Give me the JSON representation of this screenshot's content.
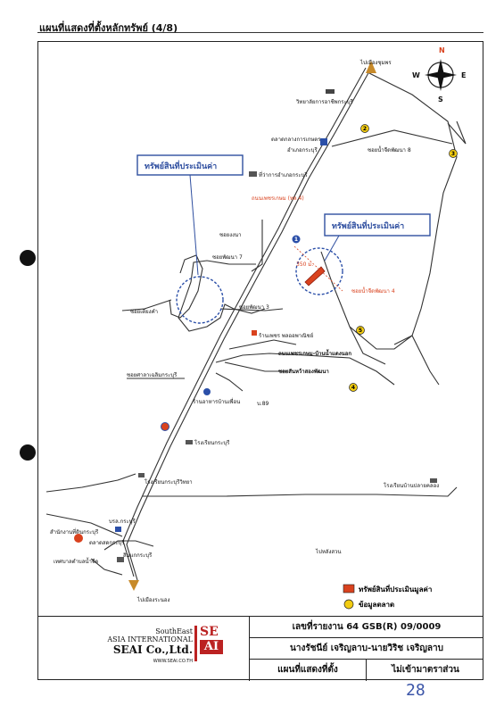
{
  "header": {
    "title": "แผนที่แสดงที่ตั้งหลักทรัพย์ (4/8)"
  },
  "compass": {
    "n": "N",
    "s": "S",
    "e": "E",
    "w": "W"
  },
  "callouts": {
    "left": "ทรัพย์สินที่ประเมินค่า",
    "right": "ทรัพย์สินที่ประเมินค่า"
  },
  "labels": {
    "to_chumphon": "ไปเมืองชุมพร",
    "to_ranong": "ไปเมืองระนอง",
    "to_langsuan": "ไปหลังสวน",
    "college": "วิทยาลัยการอาชีพกระบุรี",
    "market": "ตลาดกลางการเกษตร",
    "district": "อำเภอกระบุรี",
    "soi8": "ซอยน้ำจืดพัฒนา 8",
    "office": "ที่ว่าการอำเภอกระบุรี",
    "hwy4": "ถนนเพชรเกษม (ทล.4)",
    "dist": "350 ม.",
    "soi4": "ซอยน้ำจืดพัฒนา 4",
    "songna": "ซอยงงนา",
    "soi7": "ซอยพัฒนา 7",
    "soi_left": "ซอยเตียงคำ",
    "soi_mid": "ซอยพัฒนา 3",
    "shop": "ร้านเพชร พลออพาณิชย์",
    "road_main": "ถนนเพชรเกษม-บ้านน้ำแดงนอก",
    "soi_huai": "ซอยสันหว้าสองพัฒนา",
    "soi_school": "ซอยศาลาเฉลิมกระบุรี",
    "restaurant": "ร้านอาหารบ้านเพื่อน",
    "bs89": "บ.89",
    "school1": "โรงเรียนกระบุรี",
    "school2": "โรงเรียนกระบุรีวิทยา",
    "school3": "โรงเรียนบ้านปลายคลอง",
    "bank": "บรล.กระบุรี",
    "office2": "สำนักงานที่ดินกระบุรี",
    "police": "ตลาดสดกระบุรี",
    "municipal": "เทศบาลตำบลน้ำจืด",
    "temple": "สิมแกกระบุรี"
  },
  "legend": {
    "subject": "ทรัพย์สินที่ประเมินมูลค่า",
    "market": "ข้อมูลตลาด"
  },
  "footer": {
    "company_line1": "SouthEast",
    "company_line2": "ASIA INTERNATIONAL",
    "company_line3": "SEAI Co.,Ltd.",
    "company_web": "WWW.SEAI.CO.TH",
    "logo_top": "SE",
    "logo_bottom": "AI",
    "report_no": "เลขที่รายงาน  64 GSB(R) 09/0009",
    "owner": "นางรัชนีย์ เจริญลาบ-นายวิริช เจริญลาบ",
    "map_title": "แผนที่แสดงที่ตั้ง",
    "scale": "ไม่เข้ามาตราส่วน"
  },
  "page_note": "28",
  "markers": [
    "1",
    "2",
    "3",
    "4",
    "5"
  ],
  "colors": {
    "accent_red": "#d9421e",
    "marker_yellow": "#f2cc12",
    "callout_blue": "#2f4fa0"
  }
}
